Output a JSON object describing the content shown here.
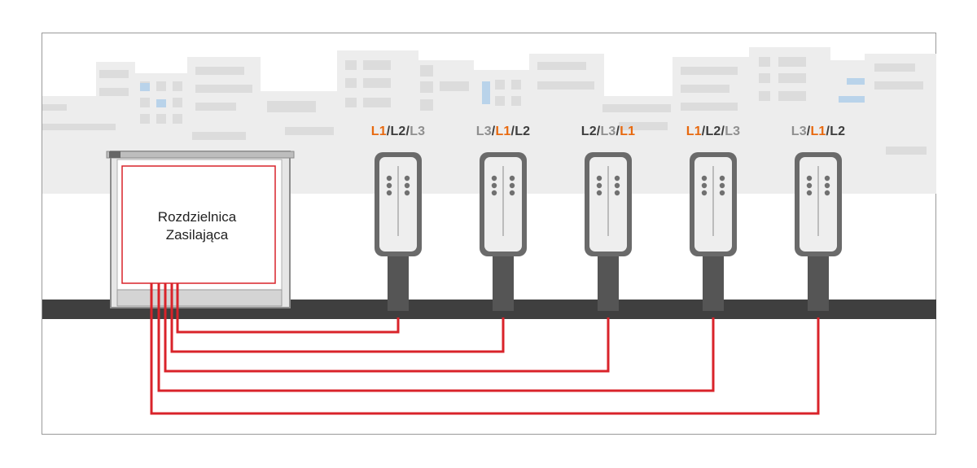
{
  "distribution_panel": {
    "label_line1": "Rozdzielnica",
    "label_line2": "Zasilająca"
  },
  "chargers": [
    {
      "phases": [
        {
          "text": "L1",
          "tone": "orange"
        },
        {
          "text": "/",
          "tone": "dark"
        },
        {
          "text": "L2",
          "tone": "dark"
        },
        {
          "text": "/",
          "tone": "dark"
        },
        {
          "text": "L3",
          "tone": "light"
        }
      ]
    },
    {
      "phases": [
        {
          "text": "L3",
          "tone": "light"
        },
        {
          "text": "/",
          "tone": "dark"
        },
        {
          "text": "L1",
          "tone": "orange"
        },
        {
          "text": "/",
          "tone": "dark"
        },
        {
          "text": "L2",
          "tone": "dark"
        }
      ]
    },
    {
      "phases": [
        {
          "text": "L2",
          "tone": "dark"
        },
        {
          "text": "/",
          "tone": "dark"
        },
        {
          "text": "L3",
          "tone": "light"
        },
        {
          "text": "/",
          "tone": "dark"
        },
        {
          "text": "L1",
          "tone": "orange"
        }
      ]
    },
    {
      "phases": [
        {
          "text": "L1",
          "tone": "orange"
        },
        {
          "text": "/",
          "tone": "dark"
        },
        {
          "text": "L2",
          "tone": "dark"
        },
        {
          "text": "/",
          "tone": "dark"
        },
        {
          "text": "L3",
          "tone": "light"
        }
      ]
    },
    {
      "phases": [
        {
          "text": "L3",
          "tone": "light"
        },
        {
          "text": "/",
          "tone": "dark"
        },
        {
          "text": "L1",
          "tone": "orange"
        },
        {
          "text": "/",
          "tone": "dark"
        },
        {
          "text": "L2",
          "tone": "dark"
        }
      ]
    }
  ],
  "colors": {
    "cable": "#d9232a",
    "ground": "#3f3f3f",
    "phase_highlight": "#e8690f",
    "charger_body": "#666666",
    "background_buildings": "#ececec"
  }
}
